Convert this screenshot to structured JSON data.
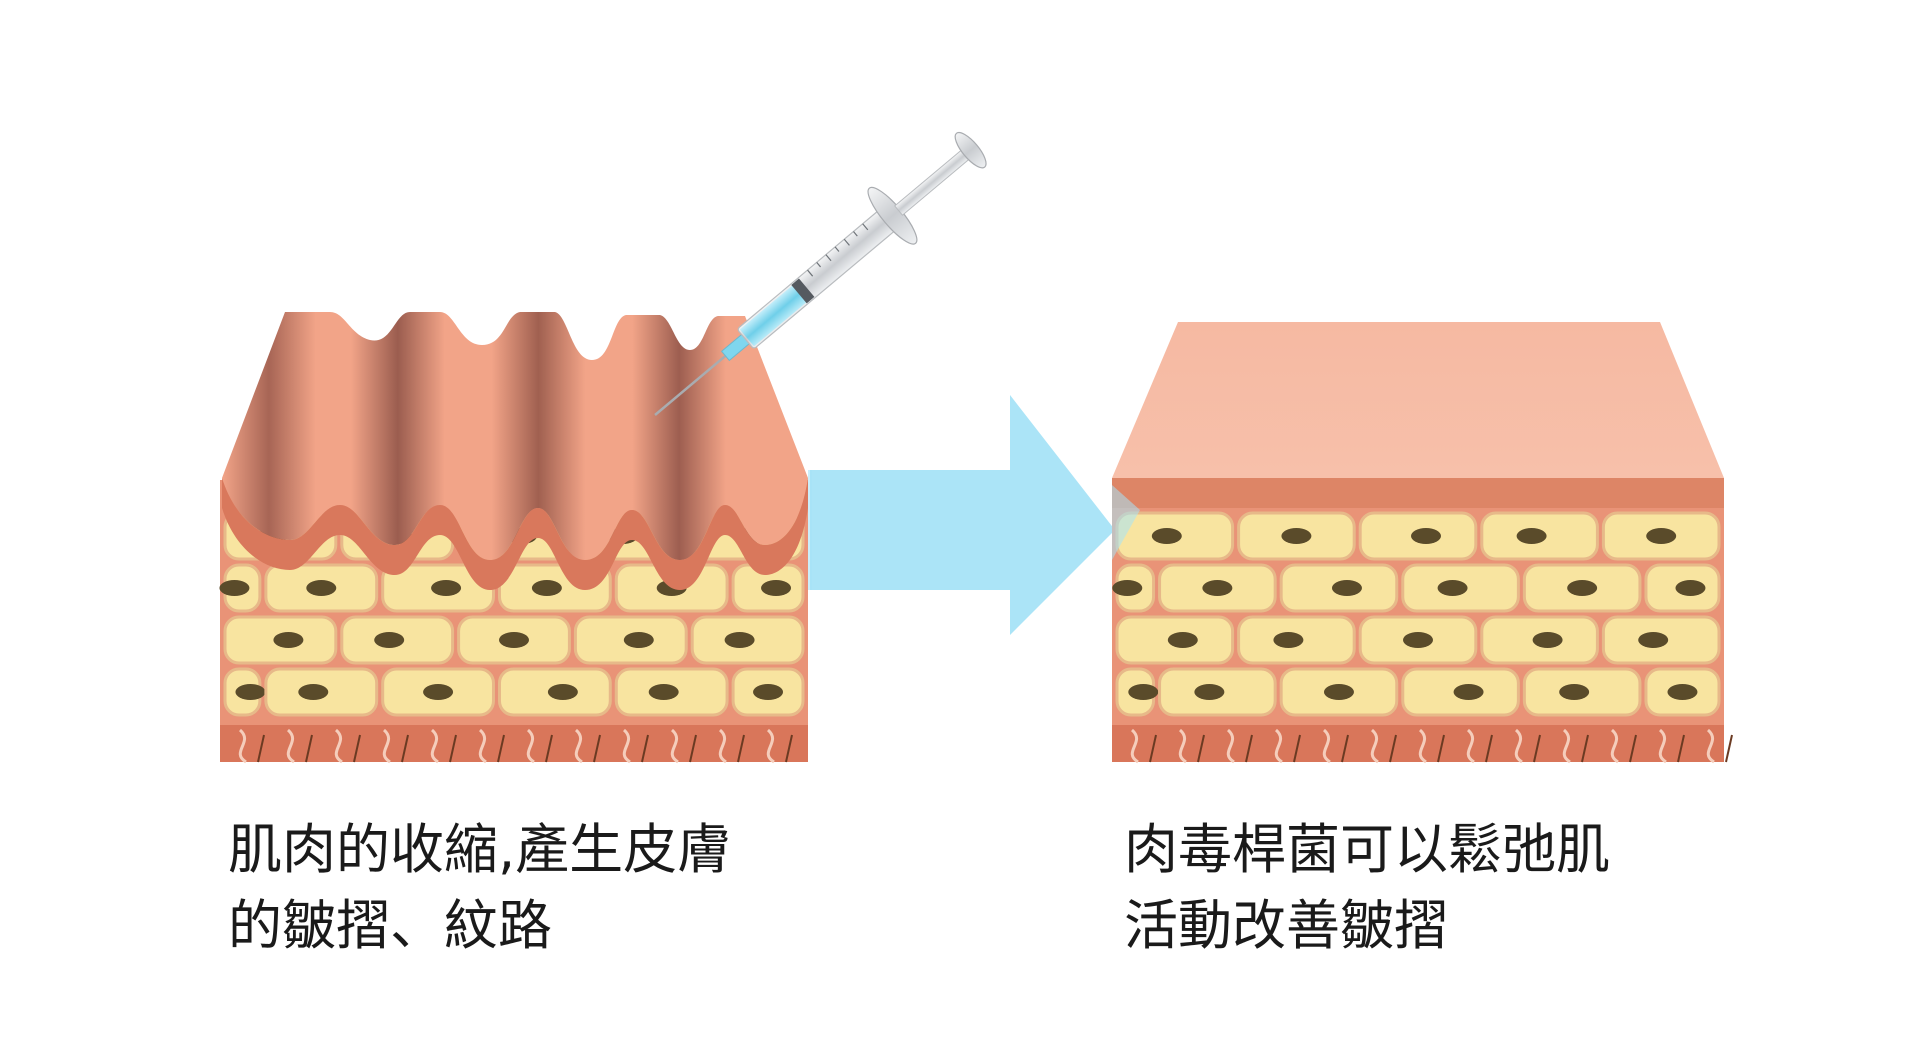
{
  "captions": {
    "before": {
      "line1": "肌肉的收縮,產生皮膚",
      "line2": "的皺摺、紋路"
    },
    "after": {
      "line1": "肉毒桿菌可以鬆弛肌",
      "line2": "活動改善皺摺"
    }
  },
  "colors": {
    "skin_top": "#f2a488",
    "skin_top_smooth": "#f8b9a2",
    "skin_edge": "#d9785c",
    "dermis": "#e8937a",
    "cell_fill": "#f8e4a0",
    "cell_border": "#e7b989",
    "cell_nucleus": "#5a4b2a",
    "arrow": "#a6e3f7",
    "wrinkle_shadow": "#8f5a4c",
    "needle": "#b9bcbf",
    "liquid": "#7fd6ee"
  },
  "icons": {
    "syringe": "syringe-icon",
    "arrow": "arrow-right-icon"
  }
}
